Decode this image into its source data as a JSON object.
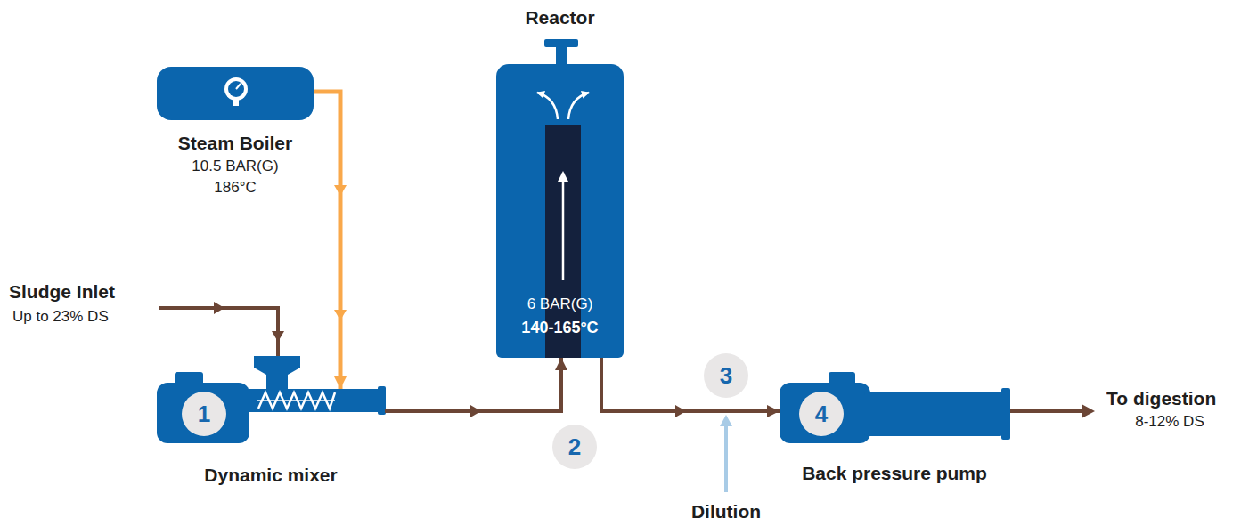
{
  "diagram": {
    "nodes": [
      {
        "text": [
          "Steam Boiler",
          "10.5 BAR(G) 186°C"
        ]
      },
      {
        "text": [
          "Reactor",
          "6 BAR(G)",
          "140-165°C"
        ]
      },
      {
        "text": [
          "Dynamic mixer"
        ]
      },
      {
        "text": [
          "Back pressure pump"
        ]
      }
    ],
    "edges": [
      {
        "from": 0,
        "to": 2,
        "arrow": "to"
      },
      {
        "from": 2,
        "to": 1,
        "arrow": "to"
      },
      {
        "from": 1,
        "to": 3,
        "arrow": "to"
      }
    ],
    "labels": [
      "Sludge Inlet",
      "Up to 23% DS",
      "1",
      "2",
      "3",
      "4",
      "Dilution",
      "To digestion",
      "8-12% DS"
    ]
  }
}
